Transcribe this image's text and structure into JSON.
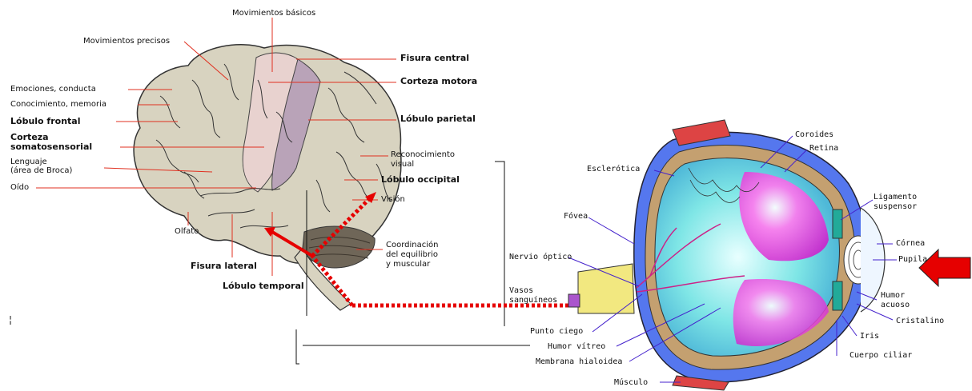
{
  "brain": {
    "movimientos_basicos": "Movimientos básicos",
    "movimientos_precisos": "Movimientos precisos",
    "emociones": "Emociones, conducta",
    "conocimiento": "Conocimiento, memoria",
    "lobulo_frontal": "Lóbulo frontal",
    "corteza_somato_1": "Corteza",
    "corteza_somato_2": "somatosensorial",
    "lenguaje_1": "Lenguaje",
    "lenguaje_2": "(área de Broca)",
    "oido": "Oído",
    "olfato": "Olfato",
    "fisura_lateral": "Fisura lateral",
    "lobulo_temporal": "Lóbulo temporal",
    "fisura_central": "Fisura central",
    "corteza_motora": "Corteza motora",
    "lobulo_parietal": "Lóbulo parietal",
    "reconocimiento_1": "Reconocimiento",
    "reconocimiento_2": "visual",
    "lobulo_occipital": "Lóbulo occipital",
    "vision": "Visión",
    "coordinacion_1": "Coordinación",
    "coordinacion_2": "del equilibrio",
    "coordinacion_3": "y muscular"
  },
  "eye": {
    "coroides": "Coroides",
    "retina": "Retina",
    "esclerotica": "Esclerótica",
    "ligamento_1": "Ligamento",
    "ligamento_2": "suspensor",
    "fovea": "Fóvea",
    "cornea": "Córnea",
    "pupila": "Pupila",
    "nervio_optico": "Nervio óptico",
    "vasos_1": "Vasos",
    "vasos_2": "sanguíneos",
    "humor_acuoso_1": "Humor",
    "humor_acuoso_2": "acuoso",
    "cristalino": "Cristalino",
    "punto_ciego": "Punto ciego",
    "iris": "Iris",
    "humor_vitreo": "Humor vítreo",
    "cuerpo_ciliar": "Cuerpo ciliar",
    "membrana_hialoidea": "Membrana hialoidea",
    "musculo": "Músculo"
  },
  "colors": {
    "brain_base": "#d8d3c0",
    "motor_strip": "#e8d2cf",
    "sensory_strip": "#b9a3b8",
    "cerebellum": "#6f6658",
    "path_red": "#e60000",
    "arrow_red": "#e60000",
    "vitreous": "#7fe6e6",
    "magenta": "#ee33dd",
    "sclera_blue": "#5577ee"
  }
}
